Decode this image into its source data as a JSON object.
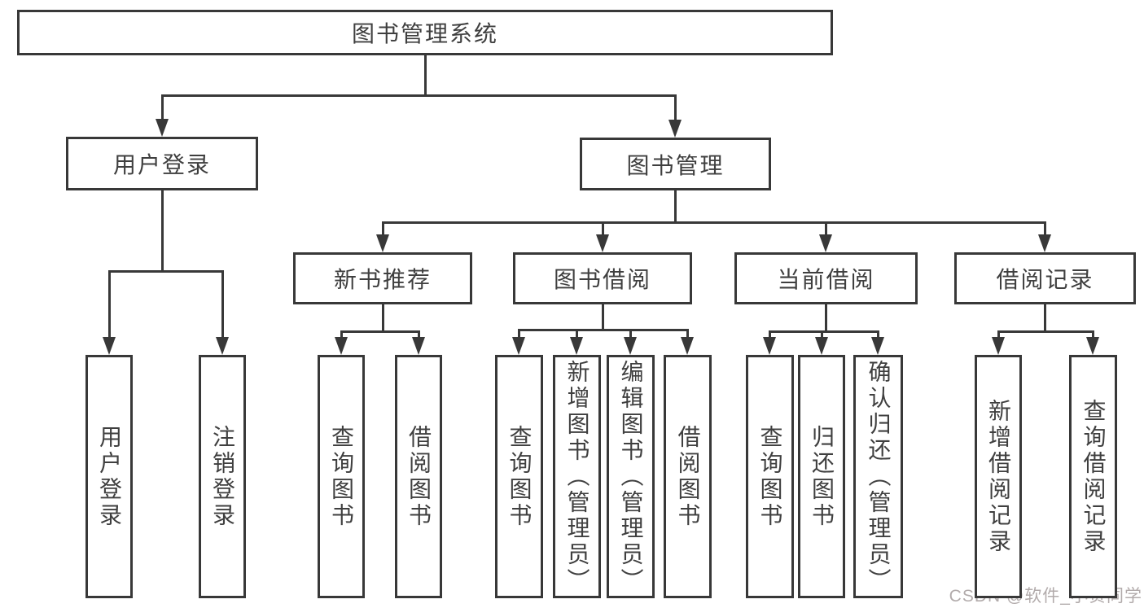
{
  "diagram": {
    "type": "tree",
    "title": "图书管理系统",
    "nodes": [
      {
        "id": "root",
        "label": "图书管理系统",
        "level": 1,
        "parent": null
      },
      {
        "id": "user-login",
        "label": "用户登录",
        "level": 2,
        "parent": "root"
      },
      {
        "id": "book-mgmt",
        "label": "图书管理",
        "level": 2,
        "parent": "root"
      },
      {
        "id": "new-book-rec",
        "label": "新书推荐",
        "level": 3,
        "parent": "book-mgmt"
      },
      {
        "id": "book-borrow",
        "label": "图书借阅",
        "level": 3,
        "parent": "book-mgmt"
      },
      {
        "id": "current-borrow",
        "label": "当前借阅",
        "level": 3,
        "parent": "book-mgmt"
      },
      {
        "id": "borrow-records",
        "label": "借阅记录",
        "level": 3,
        "parent": "book-mgmt"
      },
      {
        "id": "leaf-user-login",
        "label": "用户登录",
        "level": 4,
        "parent": "user-login"
      },
      {
        "id": "leaf-logout",
        "label": "注销登录",
        "level": 4,
        "parent": "user-login"
      },
      {
        "id": "leaf-query-books-1",
        "label": "查询图书",
        "level": 4,
        "parent": "new-book-rec"
      },
      {
        "id": "leaf-borrow-books-1",
        "label": "借阅图书",
        "level": 4,
        "parent": "new-book-rec"
      },
      {
        "id": "leaf-query-books-2",
        "label": "查询图书",
        "level": 4,
        "parent": "book-borrow"
      },
      {
        "id": "leaf-add-books",
        "label": "新增图书（管理员）",
        "level": 4,
        "parent": "book-borrow"
      },
      {
        "id": "leaf-edit-books",
        "label": "编辑图书（管理员）",
        "level": 4,
        "parent": "book-borrow"
      },
      {
        "id": "leaf-borrow-books-2",
        "label": "借阅图书",
        "level": 4,
        "parent": "book-borrow"
      },
      {
        "id": "leaf-query-books-3",
        "label": "查询图书",
        "level": 4,
        "parent": "current-borrow"
      },
      {
        "id": "leaf-return-books",
        "label": "归还图书",
        "level": 4,
        "parent": "current-borrow"
      },
      {
        "id": "leaf-confirm-return",
        "label": "确认归还（管理员）",
        "level": 4,
        "parent": "current-borrow"
      },
      {
        "id": "leaf-add-borrow-record",
        "label": "新增借阅记录",
        "level": 4,
        "parent": "borrow-records"
      },
      {
        "id": "leaf-query-borrow-record",
        "label": "查询借阅记录",
        "level": 4,
        "parent": "borrow-records"
      }
    ],
    "watermark": "CSDN @软件_小贺同学",
    "colors": {
      "line": "#383838",
      "text": "#3f3f3f",
      "watermark": "#b2abab",
      "background": "#ffffff"
    }
  }
}
